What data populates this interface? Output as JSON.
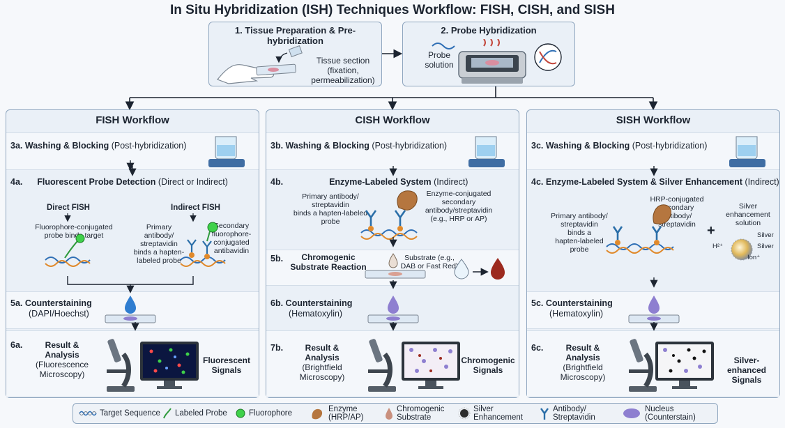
{
  "title": "In Situ Hybridization (ISH) Techniques Workflow: FISH, CISH, and SISH",
  "top": {
    "step1": {
      "title": "1. Tissue Preparation & Pre-hybridization",
      "label": [
        "Tissue section",
        "(fixation,",
        "permeabilization)"
      ]
    },
    "step2": {
      "title": "2. Probe Hybridization",
      "label": [
        "Probe",
        "solution"
      ]
    }
  },
  "fish": {
    "header": "FISH Workflow",
    "s3_num": "3a.",
    "s3_bold": "Washing & Blocking",
    "s3_rest": "(Post-hybridization)",
    "s4_num": "4a.",
    "s4_bold": "Fluorescent Probe Detection",
    "s4_rest": "(Direct or Indirect)",
    "direct_title": "Direct FISH",
    "direct_desc": [
      "Fluorophore-conjugated",
      "probe binds target"
    ],
    "indirect_title": "Indirect FISH",
    "indirect_primary": [
      "Primary",
      "antibody/",
      "streptavidin",
      "binds a hapten-",
      "labeled probe"
    ],
    "indirect_secondary": [
      "Secondary",
      "fluorophore-",
      "conjugated",
      "antibavidin"
    ],
    "s5_num": "5a.",
    "s5_bold": "Counterstaining",
    "s5_sub": "(DAPI/Hoechst)",
    "s6_num": "6a.",
    "s6_lines": [
      "Result &",
      "Analysis",
      "(Fluorescence",
      "Microscopy)"
    ],
    "signals": [
      "Fluorescent",
      "Signals"
    ]
  },
  "cish": {
    "header": "CISH Workflow",
    "s3_num": "3b.",
    "s3_bold": "Washing & Blocking",
    "s3_rest": "(Post-hybridization)",
    "s4_num": "4b.",
    "s4_bold": "Enzyme-Labeled System",
    "s4_rest": "(Indirect)",
    "primary": [
      "Primary antibody/",
      "streptavidin",
      "binds a hapten-labeled",
      "probe"
    ],
    "enzyme": [
      "Enzyme-conjugated",
      "secondary",
      "antibody/streptavidin",
      "(e.g., HRP or AP)"
    ],
    "s5_num": "5b.",
    "s5_lines": [
      "Chromogenic",
      "Substrate Reaction"
    ],
    "substrate": [
      "Substrate (e.g.,",
      "DAB or Fast Red)"
    ],
    "s6_num": "6b.",
    "s6_bold": "Counterstaining",
    "s6_sub": "(Hematoxylin)",
    "s7_num": "7b.",
    "s7_lines": [
      "Result &",
      "Analysis",
      "(Brightfield",
      "Microscopy)"
    ],
    "signals": [
      "Chromogenic",
      "Signals"
    ]
  },
  "sish": {
    "header": "SISH Workflow",
    "s3_num": "3c.",
    "s3_bold": "Washing & Blocking",
    "s3_rest": "(Post-hybridization)",
    "s4_num": "4c.",
    "s4_bold": "Enzyme-Labeled System & Silver Enhancement",
    "s4_rest": "(Indirect)",
    "primary": [
      "Primary antibody/",
      "streptavidin",
      "binds a",
      "hapten-labeled",
      "probe"
    ],
    "hrp": [
      "HRP-conjugated",
      "secondary",
      "antibody/",
      "streptavidin"
    ],
    "plus": "+",
    "silver_solution": [
      "Silver",
      "enhancement",
      "solution"
    ],
    "ions": {
      "silver1": "Silver",
      "silver2": "Silver",
      "ion": "Ion⁺",
      "h": "H²⁺"
    },
    "s5_num": "5c.",
    "s5_bold": "Counterstaining",
    "s5_sub": "(Hematoxylin)",
    "s6_num": "6c.",
    "s6_lines": [
      "Result &",
      "Analysis",
      "(Brightfield",
      "Microscopy)"
    ],
    "signals": [
      "Silver-enhanced",
      "Signals"
    ]
  },
  "legend": {
    "target": "Target Sequence",
    "probe": "Labeled Probe",
    "fluorophore": "Fluorophore",
    "enzyme": [
      "Enzyme",
      "(HRP/AP)"
    ],
    "chromogenic": [
      "Chromogenic",
      "Substrate"
    ],
    "silver": [
      "Silver",
      "Enhancement"
    ],
    "antibody": [
      "Antibody/",
      "Streptavidin"
    ],
    "nucleus": [
      "Nucleus",
      "(Counterstain)"
    ]
  },
  "colors": {
    "panel": "#eaf0f7",
    "border": "#8fa6bf",
    "dna_blue": "#2f6fb5",
    "dna_orange": "#e08a2c",
    "fluor_green": "#3fd14a",
    "enzyme": "#b5763f",
    "chromogen": "#9c2a1f",
    "nucleus": "#8e7fd0",
    "antibody": "#2a6ea8"
  }
}
